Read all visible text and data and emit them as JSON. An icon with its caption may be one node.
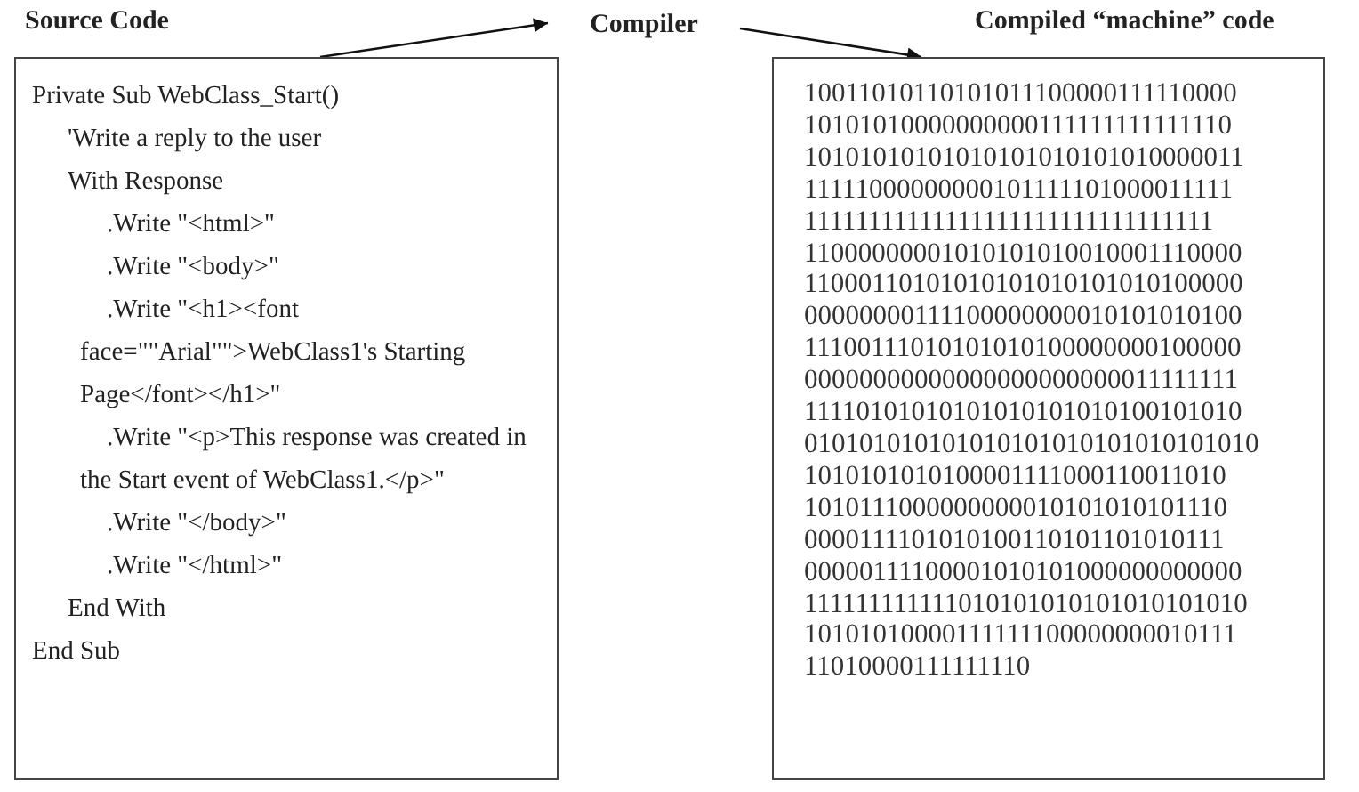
{
  "diagram": {
    "nodes": [
      {
        "text": [
          "Source Code",
          "Private Sub WebClass_Start()",
          "'Write a reply to the user",
          "With Response",
          ".Write \"<html>\"",
          ".Write \"<body>\"",
          ".Write \"<h1><font face=\"\"Arial\"\">WebClass1's Starting Page</font></h1>\"",
          ".Write \"<p>This response was created in the Start event of WebClass1.</p>\"",
          ".Write \"</body>\"",
          ".Write \"</html>\"",
          "End With",
          "End Sub"
        ]
      },
      {
        "text": [
          "Compiler"
        ]
      },
      {
        "text": [
          "Compiled “machine” code",
          "10011010110101011100000111110000 10101010000000000111111111111110 10101010101010101010101010000011 11111000000000101111101000011111 11111111111111111111111111111111 11000000001010101010010001110000 11000110101010101010101010100000 00000000111100000000010101010100 11100111010101010100000000100000 00000000000000000000000011111111 11110101010101010101010100101010 010101010101010101010101010101010 1010101010100001111000110011010 1010111000000000010101010101110 0000111101010100110101101010111 00000111100001010101000000000000 111111111111010101010101010101010 10101010000111111100000000010111 11010000111111110"
        ]
      }
    ],
    "edges": [
      {
        "from": 0,
        "to": 1,
        "arrow": "to"
      },
      {
        "from": 1,
        "to": 2,
        "arrow": "to"
      }
    ]
  }
}
